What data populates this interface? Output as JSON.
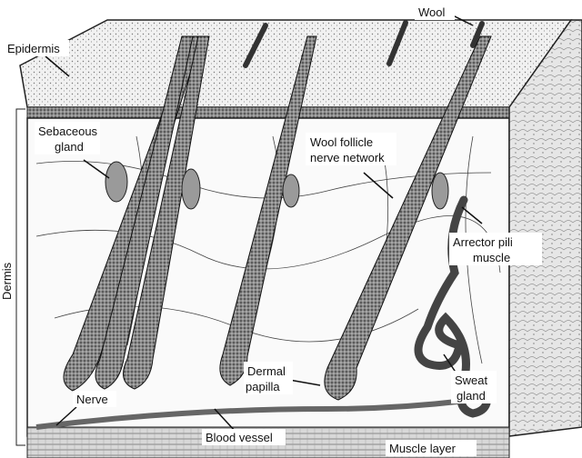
{
  "labels": {
    "wool": "Wool",
    "epidermis": "Epidermis",
    "sebaceous_line1": "Sebaceous",
    "sebaceous_line2": "gland",
    "wool_follicle_line1": "Wool follicle",
    "wool_follicle_line2": "nerve network",
    "dermis": "Dermis",
    "arrector_line1": "Arrector pili",
    "arrector_line2": "muscle",
    "dermal_line1": "Dermal",
    "dermal_line2": "papilla",
    "sweat_line1": "Sweat",
    "sweat_line2": "gland",
    "nerve": "Nerve",
    "blood_vessel": "Blood vessel",
    "muscle_layer": "Muscle layer"
  }
}
